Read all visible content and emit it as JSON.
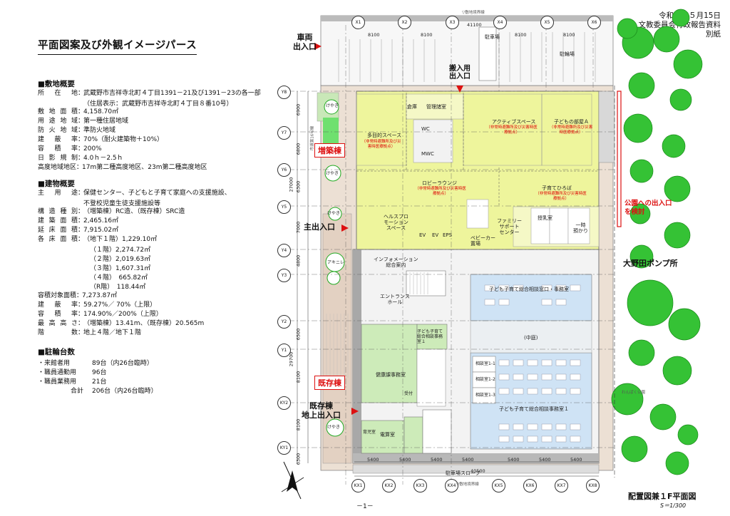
{
  "header": {
    "date": "令和７年５月15日",
    "committee": "文教委員会行政報告資料",
    "attachment": "別紙"
  },
  "title": "平面図案及び外観イメージパース",
  "site_overview": {
    "heading": "■敷地概要",
    "location_label": "所　在　地",
    "location_value": "武蔵野市吉祥寺北町４丁目1391－21及び1391－23の各一部",
    "location_note": "（住居表示：武蔵野市吉祥寺北町４丁目８番10号）",
    "area_label": "敷 地 面 積",
    "area_value": "4,158.70㎡",
    "zoning_label": "用 途 地 域",
    "zoning_value": "第一種住居地域",
    "fire_label": "防 火 地 域",
    "fire_value": "準防火地域",
    "bcr_label": "建　蔽　率",
    "bcr_value": "70%（耐火建築物＋10%）",
    "far_label": "容　積　率",
    "far_value": "200%",
    "shade_label": "日 影 規 制",
    "shade_value": "4.0ｈ－2.5ｈ",
    "height_district_label": "高度地域地区",
    "height_district_value": "17m第二種高度地区、23m第二種高度地区"
  },
  "building_overview": {
    "heading": "■建物概要",
    "use_label": "主　用　途",
    "use_value": "保健センター、子どもと子育て家庭への支援施設、",
    "use_value2": "不登校児童生徒支援施設等",
    "structure_label": "構 造 種 別",
    "structure_value": "（増築棟）RC造、（既存棟）SRC造",
    "building_area_label": "建 築 面 積",
    "building_area_value": "2,465.16㎡",
    "floor_area_label": "延 床 面 積",
    "floor_area_value": "7,915.02㎡",
    "each_floor_label": "各 床 面 積",
    "floors": [
      "（地下１階）1,229.10㎡",
      "（１階）2,274.72㎡",
      "（２階）2,019.63㎡",
      "（３階）1,607.31㎡",
      "（４階）　665.82㎡",
      "（R階）　118.44㎡"
    ],
    "capacity_area_label": "容積対象面積",
    "capacity_area_value": "7,273.87㎡",
    "bcr2_label": "建　蔽　率",
    "bcr2_value": "59.27%／ 70%（上限）",
    "far2_label": "容　積　率",
    "far2_value": "174.90%／200%（上限）",
    "max_height_label": "最 高 高 さ",
    "max_height_value": "（増築棟）13.41m、（既存棟）20.565m",
    "stories_label": "階　　　数",
    "stories_value": "地上４階／地下１階"
  },
  "bicycle": {
    "heading": "■駐輪台数",
    "rows": [
      {
        "label": "・来館者用",
        "value": "89台（内26台臨時）"
      },
      {
        "label": "・職員通勤用",
        "value": "96台"
      },
      {
        "label": "・職員業務用",
        "value": "21台"
      },
      {
        "label": "合計",
        "value": "206台（内26台臨時）"
      }
    ]
  },
  "plan": {
    "vehicle_entrance": "車両\n出入口",
    "loading_entrance": "搬入用\n出入口",
    "main_entrance": "主出入口",
    "existing_ground_entrance": "既存棟\n地上出入口",
    "annex_label": "増築棟",
    "existing_label": "既存棟",
    "park_exit": "公園への出入口\nを検討",
    "pump_station": "大野田ポンプ所",
    "drawing_title": "配置図兼１F平面図",
    "scale": "S＝1/300",
    "page": "－1－",
    "grid_top": [
      "X1",
      "X2",
      "X3",
      "X4",
      "X5",
      "X6"
    ],
    "grid_bottom": [
      "KX1",
      "KX2",
      "KX3",
      "KX4",
      "KX5",
      "KX6",
      "KX7",
      "KX8"
    ],
    "grid_left": [
      "Y8",
      "Y7",
      "Y6",
      "Y5",
      "Y4",
      "Y3",
      "Y2",
      "Y1",
      "KY2",
      "KY1"
    ],
    "dims_top": [
      "41100",
      "8100",
      "8100",
      "8100",
      "8100"
    ],
    "dims_bottom": [
      "5400",
      "5400",
      "5400",
      "5400",
      "5400",
      "5400",
      "5400",
      "40500"
    ],
    "dims_left": [
      "6900",
      "6800",
      "27000",
      "6300",
      "7000",
      "4800",
      "6500",
      "8100",
      "8100",
      "29700",
      "6300"
    ],
    "rooms": {
      "multi_space": "多目的スペース",
      "active_space": "アクティブスペース",
      "kids_room": "子どもの部屋Ａ",
      "lobby_lounge": "ロビーラウンジ",
      "kids_plaza": "子育てひろば",
      "health_promo": "ヘルスプロ\nモーション\nスペース",
      "info_desk": "インフォメーション\n総合案内",
      "entrance_hall": "エントランス\nホール",
      "family_support": "ファミリー\nサポート\nセンター",
      "kids_office": "子ども子育て総合相談窓口・事務室",
      "health_office": "健康課事務室",
      "kids_office2": "子ども子育て総合相談事務室１",
      "consult1": "相談室1-1",
      "consult2": "相談室1-2",
      "consult3": "相談室1-3",
      "machine_room": "電算室",
      "nursery": "育児室",
      "warehouse": "倉庫",
      "management": "管理諸室",
      "parking": "駐車場",
      "bike_parking": "駐輪場",
      "ev": "EV",
      "eps": "EPS",
      "wc": "WC",
      "mwc": "MWC",
      "courtyard": "(中庭)",
      "baby_car": "ベビーカー\n置場",
      "nursing": "授乳室",
      "temp_care": "一時\n預かり",
      "slope": "駐車場スロープ",
      "reception": "受付",
      "emergency_note": "（非常時避難所及び災害時医療拠点）"
    },
    "trees": [
      "けやき",
      "けやき",
      "けやき",
      "アキニレ",
      "けやき"
    ],
    "road_top": "▽敷地境界線",
    "road_bottom": "▽敷地境界線",
    "road_left": "市道第16号線",
    "park_right": "わんぱく公園"
  },
  "colors": {
    "annex_yellow": "#eef59c",
    "green_room": "#cdebb9",
    "blue_room": "#cfe3f5",
    "courtyard": "#e8f4d6",
    "gray_wall": "#a8a8a8",
    "brown_site": "#e3d1c2",
    "tree_green": "#2fbf2f",
    "accent_red": "#d11111"
  }
}
